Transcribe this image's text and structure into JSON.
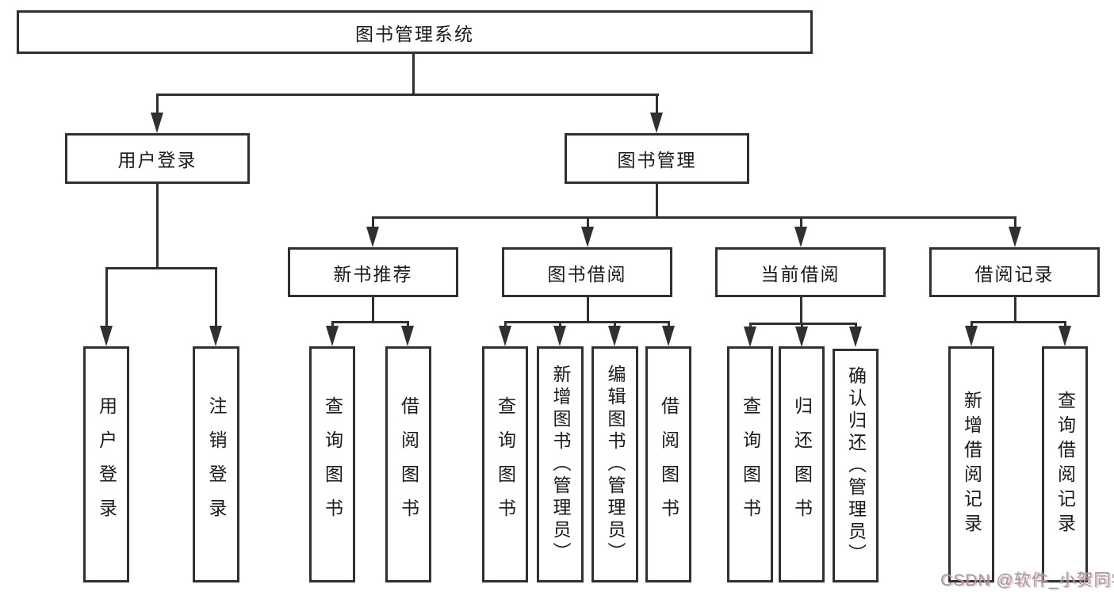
{
  "style": {
    "line_color": "#303030",
    "box_fill": "#ffffff",
    "text_color": "#1a1a1a",
    "watermark_color": "#9d9d9d",
    "watermark_accent": "#ef8291"
  },
  "tree": {
    "root": {
      "label": "图书管理系统",
      "children": [
        {
          "label": "用户登录",
          "children": [
            {
              "label": "用户登录"
            },
            {
              "label": "注销登录"
            }
          ]
        },
        {
          "label": "图书管理",
          "children": [
            {
              "label": "新书推荐",
              "children": [
                {
                  "label": "查询图书"
                },
                {
                  "label": "借阅图书"
                }
              ]
            },
            {
              "label": "图书借阅",
              "children": [
                {
                  "label": "查询图书"
                },
                {
                  "label": "新增图书（管理员）"
                },
                {
                  "label": "编辑图书（管理员）"
                },
                {
                  "label": "借阅图书"
                }
              ]
            },
            {
              "label": "当前借阅",
              "children": [
                {
                  "label": "查询图书"
                },
                {
                  "label": "归还图书"
                },
                {
                  "label": "确认归还（管理员）"
                }
              ]
            },
            {
              "label": "借阅记录",
              "children": [
                {
                  "label": "新增借阅记录"
                },
                {
                  "label": "查询借阅记录"
                }
              ]
            }
          ]
        }
      ]
    }
  },
  "watermark": {
    "text": "CSDN @软件_小贺同学"
  }
}
